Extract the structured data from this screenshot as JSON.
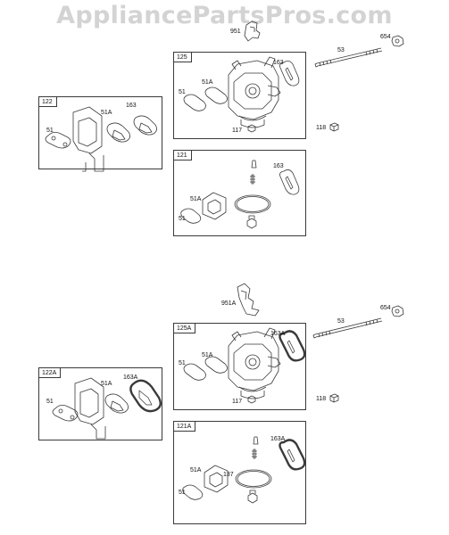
{
  "watermark": "AppliancePartsPros.com",
  "boxes": {
    "b122": "122",
    "b125": "125",
    "b121": "121",
    "b122A": "122A",
    "b125A": "125A",
    "b121A": "121A"
  },
  "parts": {
    "top": {
      "p951": "951",
      "p53": "53",
      "p654": "654",
      "p118": "118",
      "p163_125": "163",
      "p51A_125": "51A",
      "p51_125": "51",
      "p117": "117",
      "p51A_122": "51A",
      "p163_122": "163",
      "p51_122": "51",
      "p163_121": "163",
      "p51A_121": "51A",
      "p51_121": "51"
    },
    "bottom": {
      "p951A": "951A",
      "p53": "53",
      "p654": "654",
      "p118": "118",
      "p163A_125": "163A",
      "p51A_125": "51A",
      "p51_125": "51",
      "p117": "117",
      "p51A_122": "51A",
      "p163A_122": "163A",
      "p51_122": "51",
      "p163A_121": "163A",
      "p51A_121": "51A",
      "p137": "137",
      "p51_121": "51"
    }
  },
  "colors": {
    "line": "#3a3a3a",
    "watermark": "#d3d3d3",
    "gasket_dark": "#555555"
  }
}
